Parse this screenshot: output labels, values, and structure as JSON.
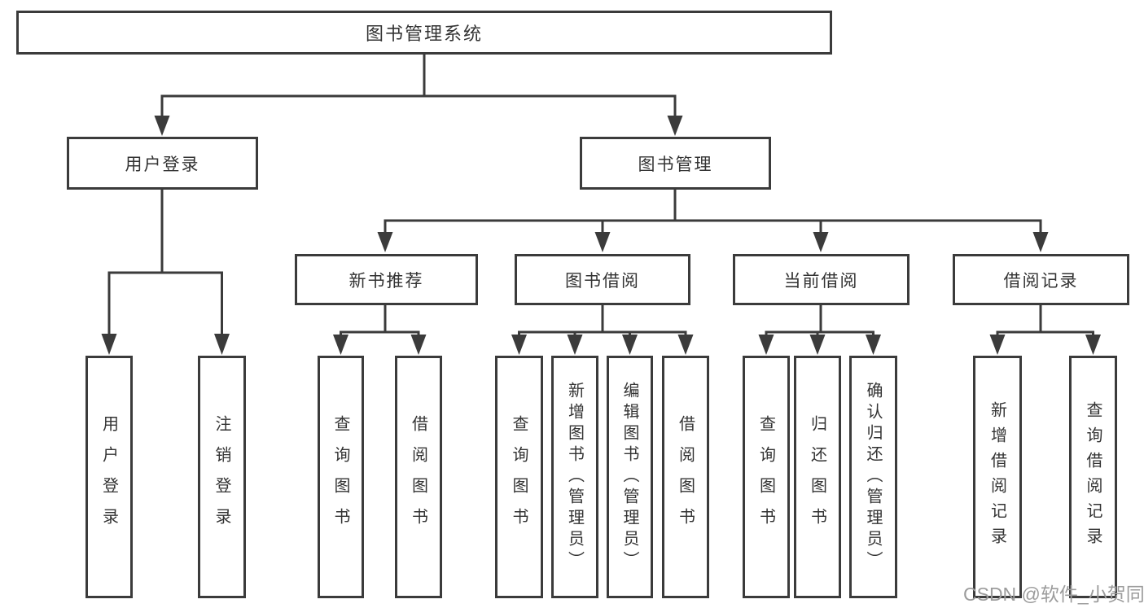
{
  "nodes": {
    "root": {
      "label": "图书管理系统"
    },
    "level2": [
      {
        "label": "用户登录"
      },
      {
        "label": "图书管理"
      }
    ],
    "level3": [
      {
        "label": "新书推荐"
      },
      {
        "label": "图书借阅"
      },
      {
        "label": "当前借阅"
      },
      {
        "label": "借阅记录"
      }
    ],
    "leaves": [
      {
        "label": "用户登录"
      },
      {
        "label": "注销登录"
      },
      {
        "label": "查询图书"
      },
      {
        "label": "借阅图书"
      },
      {
        "label": "查询图书"
      },
      {
        "label": "新增图书（管理员）"
      },
      {
        "label": "编辑图书（管理员）"
      },
      {
        "label": "借阅图书"
      },
      {
        "label": "查询图书"
      },
      {
        "label": "归还图书"
      },
      {
        "label": "确认归还（管理员）"
      },
      {
        "label": "新增借阅记录"
      },
      {
        "label": "查询借阅记录"
      }
    ]
  },
  "watermark": {
    "text": "CSDN @软件_小贺同学"
  },
  "colors": {
    "line": "#3b3b3b",
    "text": "#333333",
    "watermark": "#9c9c9c",
    "background": "#ffffff"
  }
}
